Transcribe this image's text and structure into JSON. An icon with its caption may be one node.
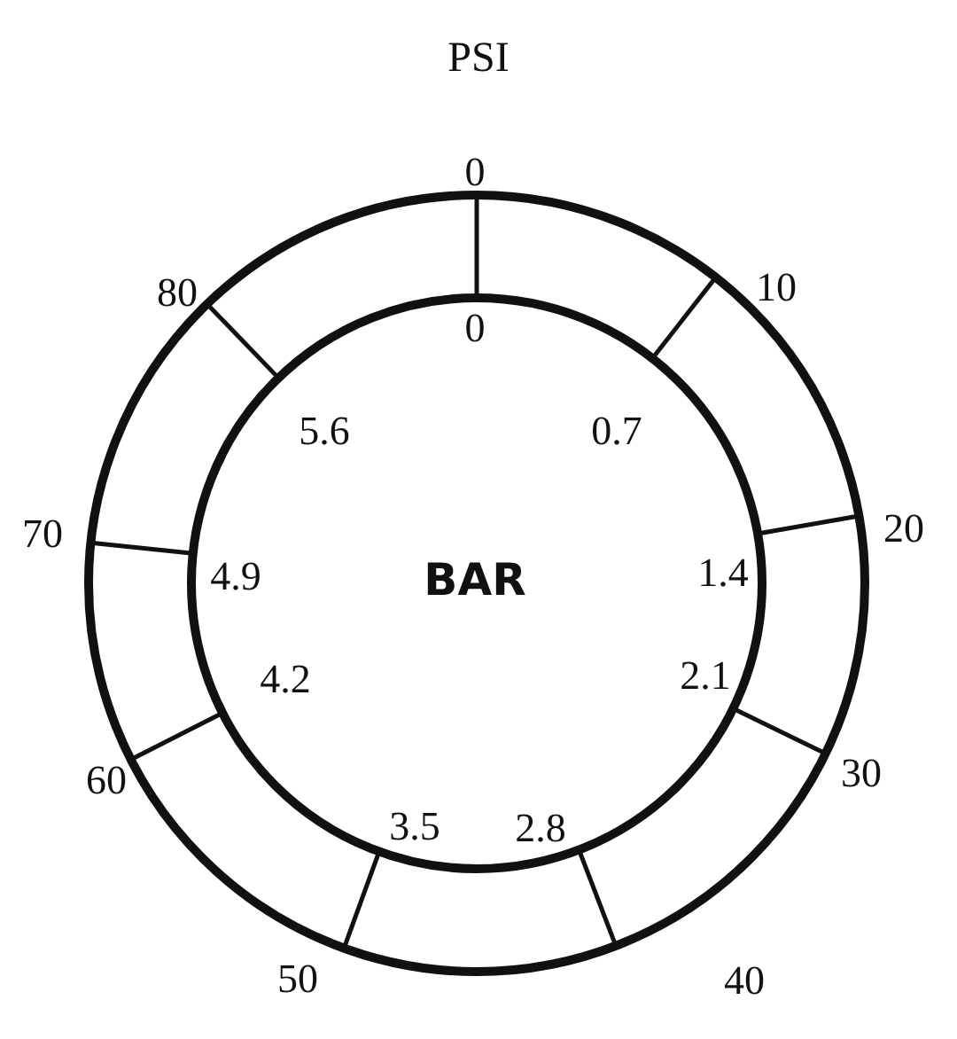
{
  "diagram": {
    "title": "PSI",
    "labels": [
      "0",
      "10",
      "20",
      "30",
      "40",
      "50",
      "60",
      "70",
      "80",
      "0",
      "0.7",
      "1.4",
      "2.1",
      "2.8",
      "3.5",
      "4.2",
      "4.9",
      "5.6",
      "BAR"
    ]
  }
}
